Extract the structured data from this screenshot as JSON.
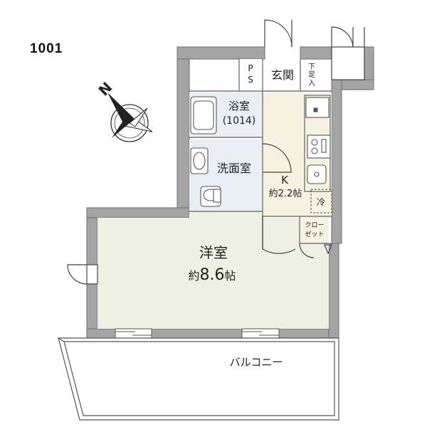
{
  "unit_number": "1001",
  "compass": {
    "label": "N"
  },
  "rooms": {
    "ps": {
      "line1": "P",
      "line2": "S"
    },
    "genkan": {
      "label": "玄関"
    },
    "shoe_storage": {
      "line1": "下",
      "line2": "足",
      "line3": "入"
    },
    "bathroom": {
      "label": "浴室",
      "size": "(1014)"
    },
    "washroom": {
      "label": "洗面室"
    },
    "kitchen": {
      "label": "K",
      "area": "約2.2帖"
    },
    "fridge": {
      "label": "冷"
    },
    "closet": {
      "line1": "クロー",
      "line2": "ゼット"
    },
    "western_room": {
      "label": "洋室",
      "area_prefix": "約",
      "area_value": "8.6",
      "area_unit": "帖"
    },
    "balcony": {
      "label": "バルコニー"
    }
  },
  "colors": {
    "wall": "#a4a4a4",
    "wall_stroke": "#6e6e6e",
    "western_room_fill": "#eef0e3",
    "kitchen_fill": "#f6f1e1",
    "wet_area_fill": "#e9eef4",
    "genkan_fill": "#ffffff",
    "closet_fill": "#f6f1e1"
  }
}
